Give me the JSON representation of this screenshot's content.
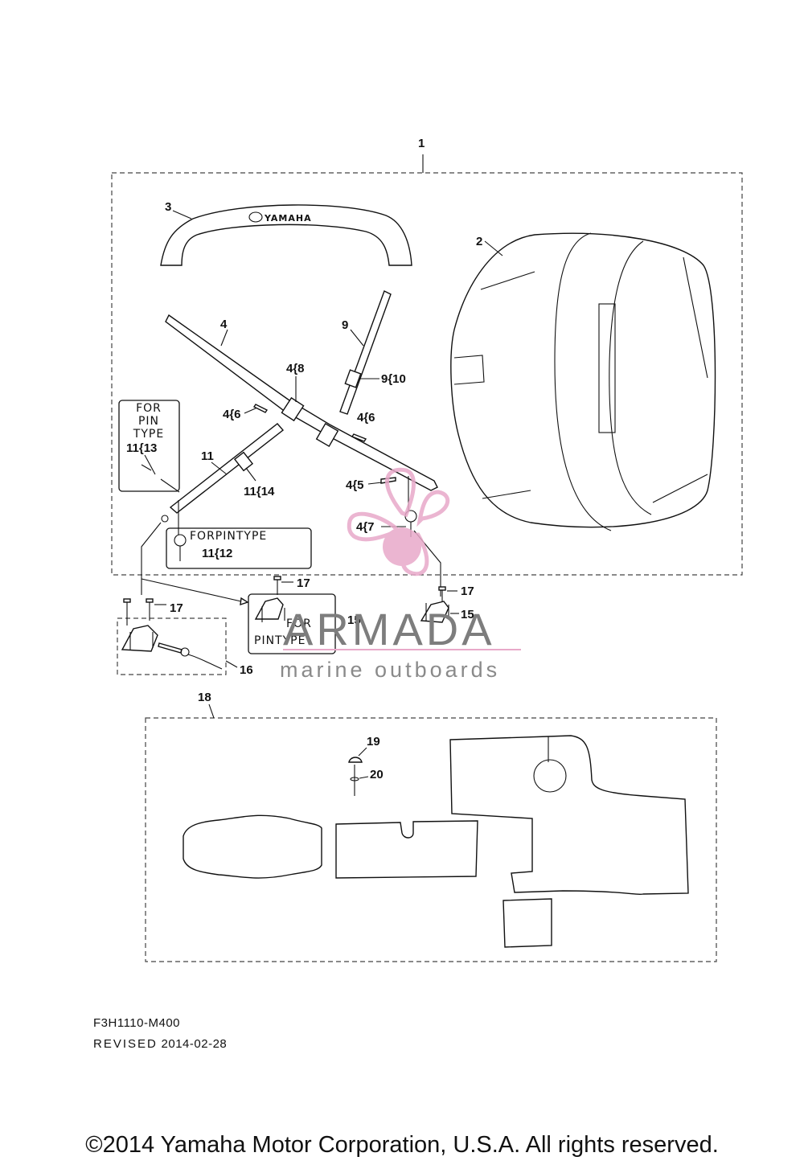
{
  "diagram": {
    "callouts": {
      "c1": "1",
      "c2": "2",
      "c3": "3",
      "c4": "4",
      "c4_8": "4{8",
      "c4_6a": "4{6",
      "c4_6b": "4{6",
      "c4_5": "4{5",
      "c4_7": "4{7",
      "c9": "9",
      "c9_10": "9{10",
      "c11": "11",
      "c11_14": "11{14",
      "c11_13": "11{13",
      "c11_12": "11{12",
      "c15a": "15",
      "c15b": "15",
      "c16": "16",
      "c17a": "17",
      "c17b": "17",
      "c17c": "17",
      "c18": "18",
      "c19": "19",
      "c20": "20"
    },
    "boxes": {
      "pin_type_a": [
        "FOR",
        "PIN",
        "TYPE"
      ],
      "pin_type_b": "FORPINTYPE",
      "pin_type_c": [
        "FOR",
        "PINTYPE"
      ]
    },
    "hood_logo": "YAMAHA"
  },
  "watermark": {
    "name": "ARMADA",
    "tagline": "marine outboards",
    "color": "#e8a9c9"
  },
  "meta": {
    "diagram_code": "F3H1110-M400",
    "revised_label": "REVISED",
    "revised_date": "2014-02-28"
  },
  "copyright": "©2014 Yamaha Motor Corporation, U.S.A. All rights reserved."
}
